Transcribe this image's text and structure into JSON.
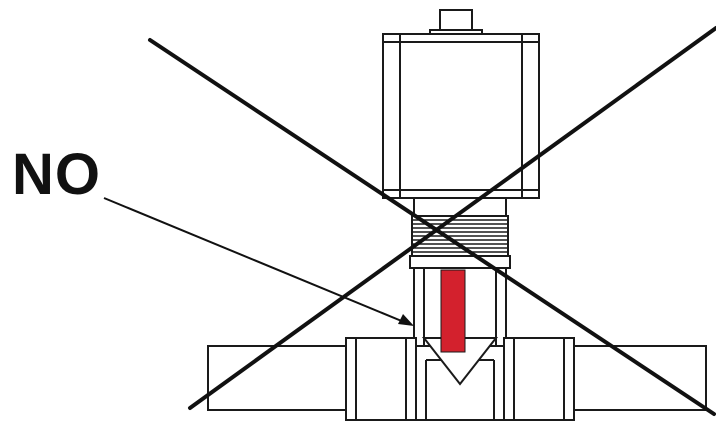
{
  "callout": {
    "text": "NO",
    "color": "#111111"
  },
  "colors": {
    "outline": "#1a1a1a",
    "cross": "#111111",
    "indicator": "#d3212d",
    "background": "#ffffff"
  },
  "icons": [
    "cross-out-mark",
    "arrow"
  ]
}
